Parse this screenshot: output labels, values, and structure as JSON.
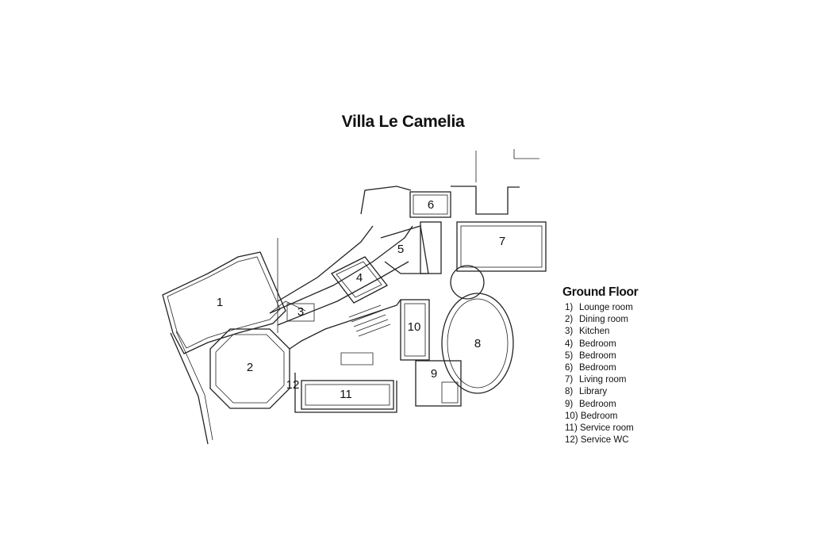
{
  "title": "Villa Le Camelia",
  "legend": {
    "heading": "Ground Floor",
    "items": [
      {
        "num": "1)",
        "label": "Lounge room"
      },
      {
        "num": "2)",
        "label": "Dining room"
      },
      {
        "num": "3)",
        "label": "Kitchen"
      },
      {
        "num": "4)",
        "label": "Bedroom"
      },
      {
        "num": "5)",
        "label": "Bedroom"
      },
      {
        "num": "6)",
        "label": "Bedroom"
      },
      {
        "num": "7)",
        "label": "Living room"
      },
      {
        "num": "8)",
        "label": "Library"
      },
      {
        "num": "9)",
        "label": "Bedroom"
      },
      {
        "num": "10)",
        "label": "Bedroom"
      },
      {
        "num": "11)",
        "label": "Service room"
      },
      {
        "num": "12)",
        "label": "Service WC"
      }
    ]
  },
  "rooms": [
    "1",
    "2",
    "3",
    "4",
    "5",
    "6",
    "7",
    "8",
    "9",
    "10",
    "11",
    "12"
  ]
}
